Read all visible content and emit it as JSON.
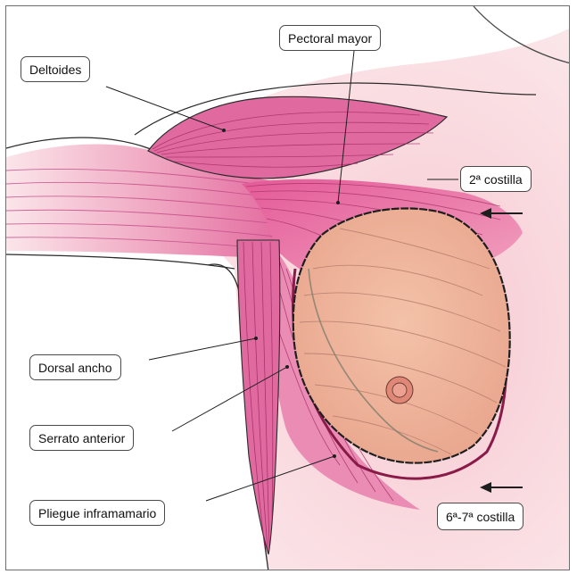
{
  "labels": {
    "pectoral_mayor": "Pectoral mayor",
    "deltoides": "Deltoides",
    "segunda_costilla": "2ª costilla",
    "dorsal_ancho": "Dorsal ancho",
    "serrato_anterior": "Serrato anterior",
    "pliegue_inframamario": "Pliegue inframamario",
    "sexta_septima_costilla": "6ª-7ª costilla"
  },
  "colors": {
    "skin": "#f9dde0",
    "muscle": "#e0609a",
    "muscle_line": "#a83068",
    "breast": "#efb29a",
    "areola": "#e08878",
    "outline": "#1e1e1e"
  }
}
